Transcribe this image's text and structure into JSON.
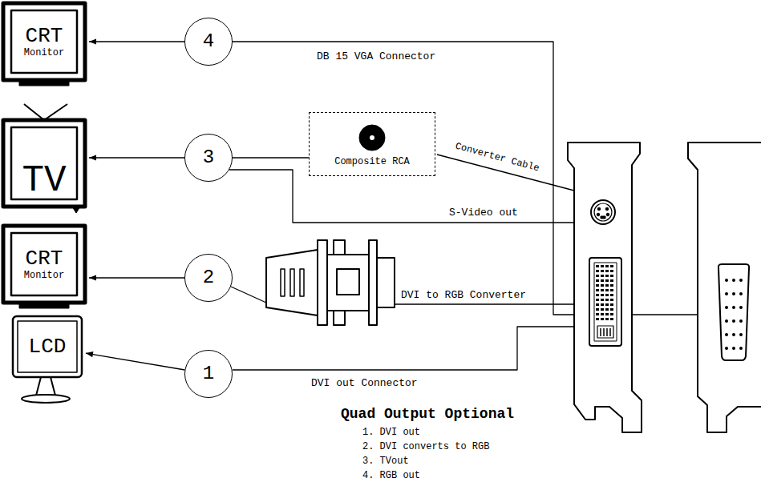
{
  "diagram": {
    "title": "Quad Output Optional",
    "nodes": [
      {
        "text": [
          "CRT",
          "Monitor"
        ]
      },
      {
        "text": [
          "4"
        ]
      },
      {
        "text": [
          "TV"
        ]
      },
      {
        "text": [
          "Composite RCA"
        ]
      },
      {
        "text": [
          "3"
        ]
      },
      {
        "text": [
          "CRT",
          "Monitor"
        ]
      },
      {
        "text": [
          "2"
        ]
      },
      {
        "text": [
          "LCD"
        ]
      },
      {
        "text": [
          "1"
        ]
      }
    ],
    "edges": [
      {
        "from": 1,
        "to": 0,
        "arrow": "to"
      },
      {
        "from": 4,
        "to": 2,
        "arrow": "to"
      },
      {
        "from": 4,
        "to": 3,
        "arrow": "none"
      },
      {
        "from": 6,
        "to": 5,
        "arrow": "to"
      },
      {
        "from": 8,
        "to": 7,
        "arrow": "to"
      }
    ],
    "labels": [
      "DB 15 VGA Connector",
      "Converter Cable",
      "S-Video out",
      "DVI to RGB Converter",
      "DVI out Connector",
      "1. DVI out",
      "2. DVI converts to RGB",
      "3. TVout",
      "4. RGB out"
    ]
  }
}
